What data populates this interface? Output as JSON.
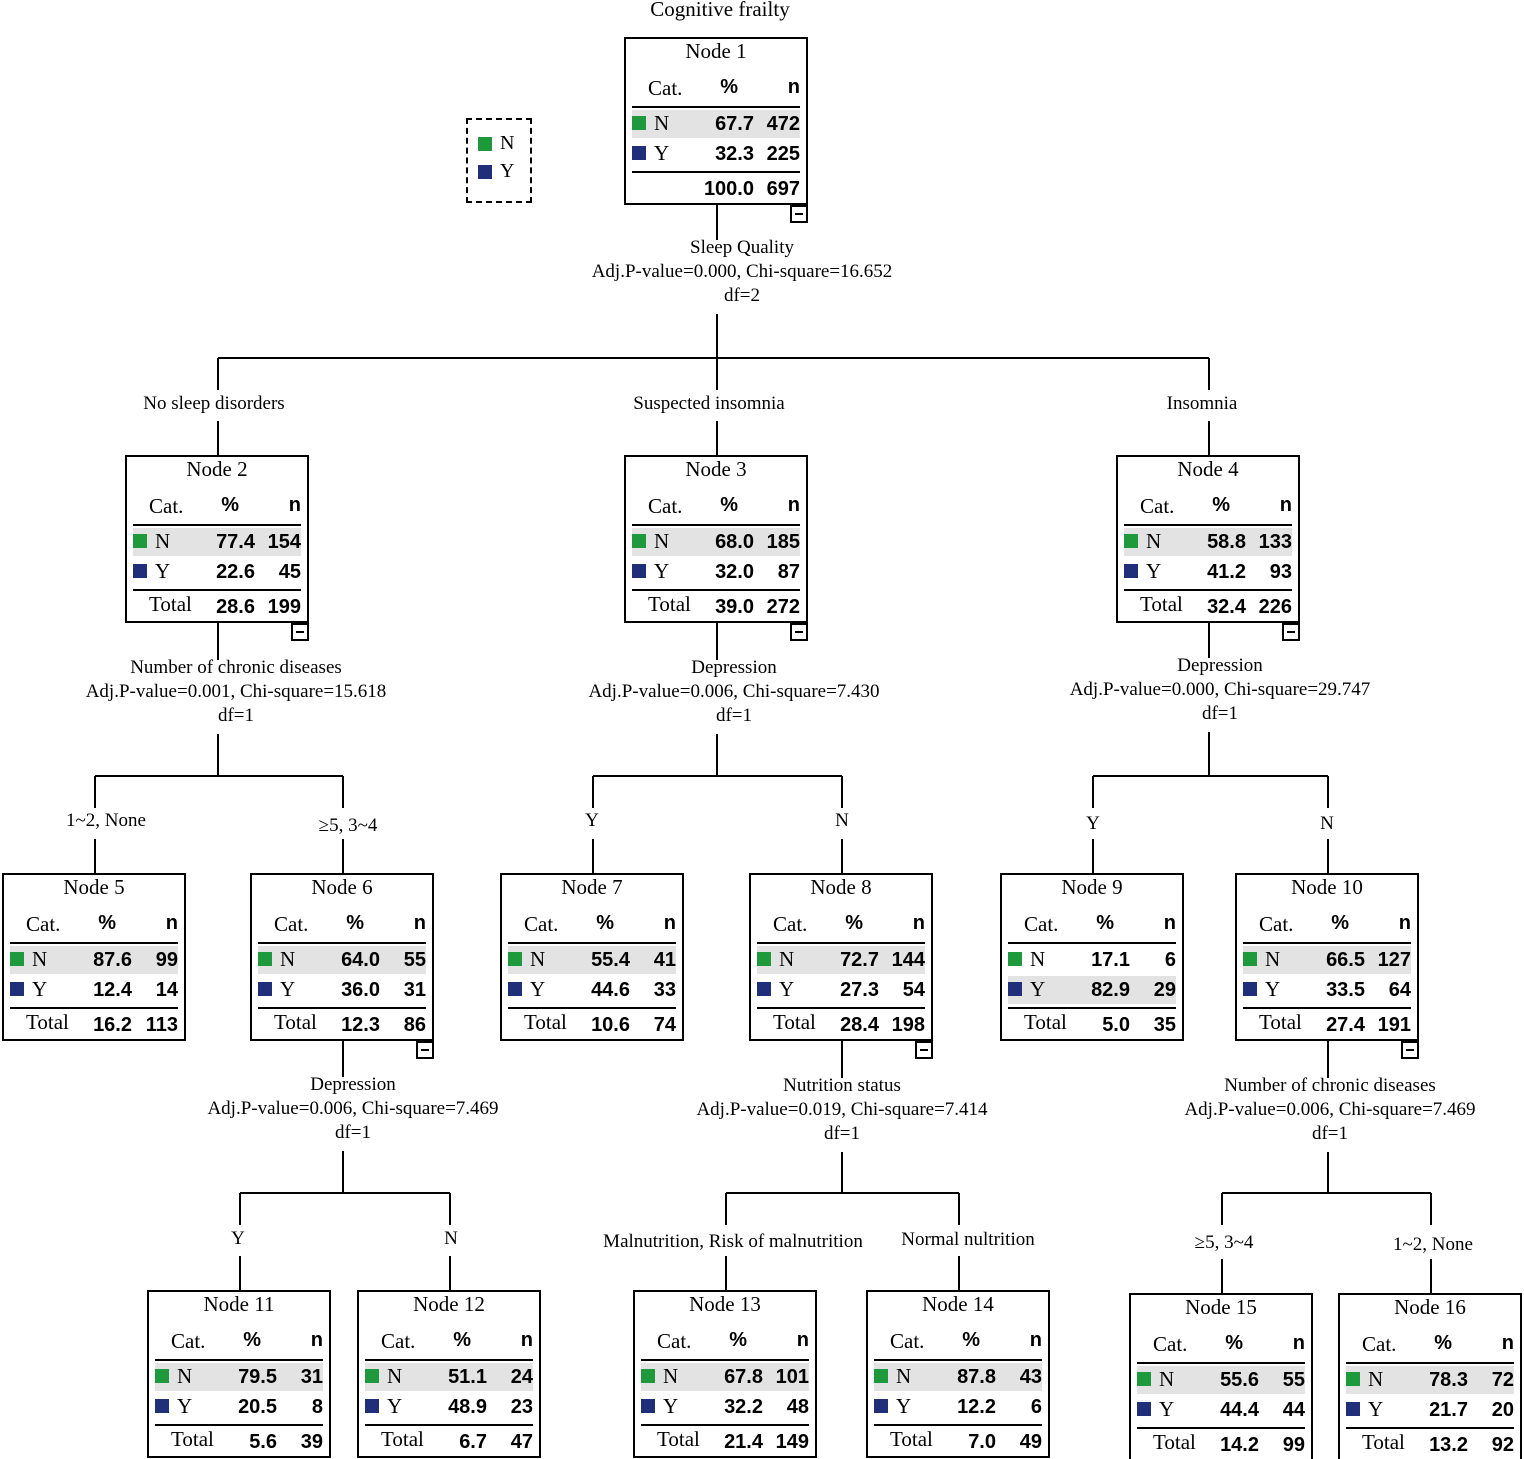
{
  "title": "Cognitive frailty",
  "legend": [
    {
      "label": "N",
      "color": "#1e9a3c"
    },
    {
      "label": "Y",
      "color": "#1f2f7a"
    }
  ],
  "table_headers": {
    "cat": "Cat.",
    "pct": "%",
    "n": "n"
  },
  "nodes": [
    {
      "title": "Node 1",
      "rows": [
        {
          "cat": "N",
          "pct": "67.7",
          "n": "472"
        },
        {
          "cat": "Y",
          "pct": "32.3",
          "n": "225"
        }
      ],
      "total_label": "",
      "total_pct": "100.0",
      "total_n": "697",
      "shaded": "N"
    },
    {
      "title": "Node 2",
      "rows": [
        {
          "cat": "N",
          "pct": "77.4",
          "n": "154"
        },
        {
          "cat": "Y",
          "pct": "22.6",
          "n": "45"
        }
      ],
      "total_label": "Total",
      "total_pct": "28.6",
      "total_n": "199",
      "shaded": "N"
    },
    {
      "title": "Node 3",
      "rows": [
        {
          "cat": "N",
          "pct": "68.0",
          "n": "185"
        },
        {
          "cat": "Y",
          "pct": "32.0",
          "n": "87"
        }
      ],
      "total_label": "Total",
      "total_pct": "39.0",
      "total_n": "272",
      "shaded": "N"
    },
    {
      "title": "Node 4",
      "rows": [
        {
          "cat": "N",
          "pct": "58.8",
          "n": "133"
        },
        {
          "cat": "Y",
          "pct": "41.2",
          "n": "93"
        }
      ],
      "total_label": "Total",
      "total_pct": "32.4",
      "total_n": "226",
      "shaded": "N"
    },
    {
      "title": "Node 5",
      "rows": [
        {
          "cat": "N",
          "pct": "87.6",
          "n": "99"
        },
        {
          "cat": "Y",
          "pct": "12.4",
          "n": "14"
        }
      ],
      "total_label": "Total",
      "total_pct": "16.2",
      "total_n": "113",
      "shaded": "N"
    },
    {
      "title": "Node 6",
      "rows": [
        {
          "cat": "N",
          "pct": "64.0",
          "n": "55"
        },
        {
          "cat": "Y",
          "pct": "36.0",
          "n": "31"
        }
      ],
      "total_label": "Total",
      "total_pct": "12.3",
      "total_n": "86",
      "shaded": "N"
    },
    {
      "title": "Node 7",
      "rows": [
        {
          "cat": "N",
          "pct": "55.4",
          "n": "41"
        },
        {
          "cat": "Y",
          "pct": "44.6",
          "n": "33"
        }
      ],
      "total_label": "Total",
      "total_pct": "10.6",
      "total_n": "74",
      "shaded": "N"
    },
    {
      "title": "Node 8",
      "rows": [
        {
          "cat": "N",
          "pct": "72.7",
          "n": "144"
        },
        {
          "cat": "Y",
          "pct": "27.3",
          "n": "54"
        }
      ],
      "total_label": "Total",
      "total_pct": "28.4",
      "total_n": "198",
      "shaded": "N"
    },
    {
      "title": "Node 9",
      "rows": [
        {
          "cat": "N",
          "pct": "17.1",
          "n": "6"
        },
        {
          "cat": "Y",
          "pct": "82.9",
          "n": "29"
        }
      ],
      "total_label": "Total",
      "total_pct": "5.0",
      "total_n": "35",
      "shaded": "Y"
    },
    {
      "title": "Node 10",
      "rows": [
        {
          "cat": "N",
          "pct": "66.5",
          "n": "127"
        },
        {
          "cat": "Y",
          "pct": "33.5",
          "n": "64"
        }
      ],
      "total_label": "Total",
      "total_pct": "27.4",
      "total_n": "191",
      "shaded": "N"
    },
    {
      "title": "Node 11",
      "rows": [
        {
          "cat": "N",
          "pct": "79.5",
          "n": "31"
        },
        {
          "cat": "Y",
          "pct": "20.5",
          "n": "8"
        }
      ],
      "total_label": "Total",
      "total_pct": "5.6",
      "total_n": "39",
      "shaded": "N"
    },
    {
      "title": "Node 12",
      "rows": [
        {
          "cat": "N",
          "pct": "51.1",
          "n": "24"
        },
        {
          "cat": "Y",
          "pct": "48.9",
          "n": "23"
        }
      ],
      "total_label": "Total",
      "total_pct": "6.7",
      "total_n": "47",
      "shaded": "N"
    },
    {
      "title": "Node 13",
      "rows": [
        {
          "cat": "N",
          "pct": "67.8",
          "n": "101"
        },
        {
          "cat": "Y",
          "pct": "32.2",
          "n": "48"
        }
      ],
      "total_label": "Total",
      "total_pct": "21.4",
      "total_n": "149",
      "shaded": "N"
    },
    {
      "title": "Node 14",
      "rows": [
        {
          "cat": "N",
          "pct": "87.8",
          "n": "43"
        },
        {
          "cat": "Y",
          "pct": "12.2",
          "n": "6"
        }
      ],
      "total_label": "Total",
      "total_pct": "7.0",
      "total_n": "49",
      "shaded": "N"
    },
    {
      "title": "Node 15",
      "rows": [
        {
          "cat": "N",
          "pct": "55.6",
          "n": "55"
        },
        {
          "cat": "Y",
          "pct": "44.4",
          "n": "44"
        }
      ],
      "total_label": "Total",
      "total_pct": "14.2",
      "total_n": "99",
      "shaded": "N"
    },
    {
      "title": "Node 16",
      "rows": [
        {
          "cat": "N",
          "pct": "78.3",
          "n": "72"
        },
        {
          "cat": "Y",
          "pct": "21.7",
          "n": "20"
        }
      ],
      "total_label": "Total",
      "total_pct": "13.2",
      "total_n": "92",
      "shaded": "N"
    }
  ],
  "splits": [
    {
      "variable": "Sleep Quality",
      "stats": "Adj.P-value=0.000, Chi-square=16.652",
      "df": "df=2"
    },
    {
      "variable": "Number of chronic diseases",
      "stats": "Adj.P-value=0.001, Chi-square=15.618",
      "df": "df=1"
    },
    {
      "variable": "Depression",
      "stats": "Adj.P-value=0.006, Chi-square=7.430",
      "df": "df=1"
    },
    {
      "variable": "Depression",
      "stats": "Adj.P-value=0.000, Chi-square=29.747",
      "df": "df=1"
    },
    {
      "variable": "Depression",
      "stats": "Adj.P-value=0.006, Chi-square=7.469",
      "df": "df=1"
    },
    {
      "variable": "Nutrition status",
      "stats": "Adj.P-value=0.019, Chi-square=7.414",
      "df": "df=1"
    },
    {
      "variable": "Number of chronic diseases",
      "stats": "Adj.P-value=0.006, Chi-square=7.469",
      "df": "df=1"
    }
  ],
  "branches": [
    "No sleep disorders",
    "Suspected insomnia",
    "Insomnia",
    "1~2, None",
    "≥5, 3~4",
    "Y",
    "N",
    "Y",
    "N",
    "Y",
    "N",
    "Malnutrition, Risk of malnutrition",
    "Normal nultrition",
    "≥5, 3~4",
    "1~2, None"
  ]
}
